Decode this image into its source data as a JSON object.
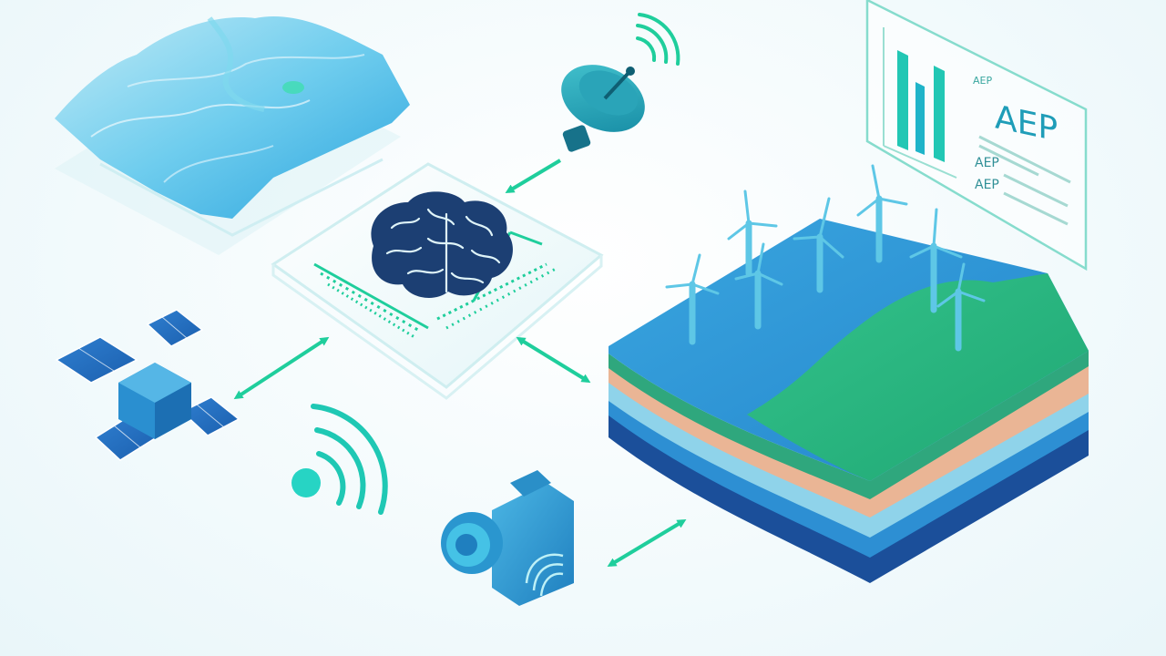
{
  "diagram": {
    "nodes": [
      {
        "id": "terrain-map",
        "icon": "topographic-map-icon"
      },
      {
        "id": "satellite-dish",
        "icon": "satellite-dish-icon"
      },
      {
        "id": "ai-brain-chip",
        "icon": "brain-chip-icon"
      },
      {
        "id": "satellite",
        "icon": "satellite-icon"
      },
      {
        "id": "wireless-signal",
        "icon": "wireless-signal-icon"
      },
      {
        "id": "lidar-sensor",
        "icon": "lidar-camera-icon"
      },
      {
        "id": "wind-farm-terrain",
        "icon": "wind-turbine-terrain-icon"
      },
      {
        "id": "aep-dashboard",
        "icon": "bar-chart-panel-icon"
      }
    ],
    "dashboard": {
      "title": "AEP",
      "row_labels": [
        "AEP",
        "AEP",
        "AEP"
      ]
    },
    "colors": {
      "accent_green": "#1fce9c",
      "teal": "#22b8c9",
      "deep_blue": "#1e6fb5",
      "navy": "#1c3f73",
      "soil_peach": "#eab595",
      "grass_green": "#2ebd86"
    }
  }
}
